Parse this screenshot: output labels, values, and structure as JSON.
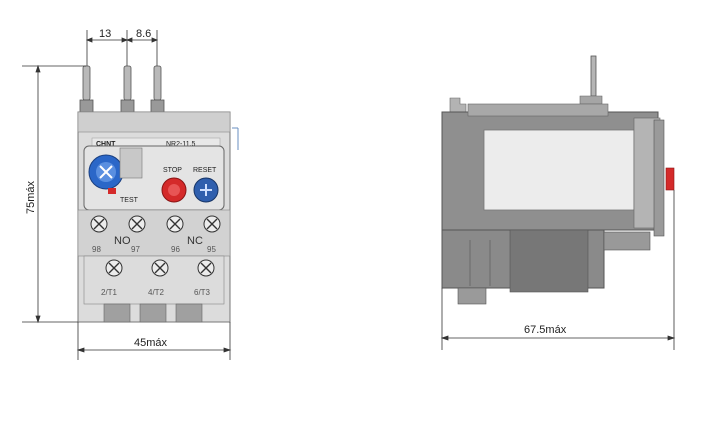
{
  "dimensions": {
    "pin_spacing_1": "13",
    "pin_spacing_2": "8.6",
    "height": "75máx",
    "width": "45máx",
    "depth": "67.5máx"
  },
  "front_view": {
    "brand": "CHNT",
    "model": "NR2-11.5",
    "buttons": {
      "stop": "STOP",
      "reset": "RESET",
      "test": "TEST"
    },
    "contacts": {
      "no_label": "NO",
      "nc_label": "NC",
      "aux_terminals": [
        "98",
        "97",
        "96",
        "95"
      ],
      "main_terminals": [
        "2/T1",
        "4/T2",
        "6/T3"
      ]
    }
  },
  "colors": {
    "body": "#d9d9d9",
    "body_dark": "#8c8c8c",
    "body_mid": "#a9a9a9",
    "dial_blue": "#2b67c8",
    "stop_red": "#d42a2a",
    "reset_blue": "#2f5fae",
    "line": "#333333"
  }
}
